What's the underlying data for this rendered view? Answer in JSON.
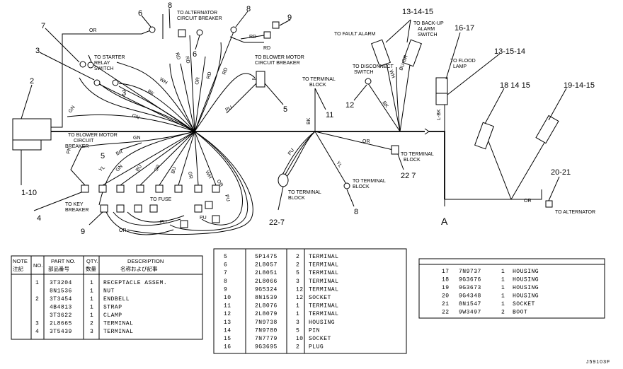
{
  "callouts": {
    "c6a": "6",
    "c8a": "8",
    "c8b": "8",
    "c9a": "9",
    "c7": "7",
    "c3a": "3",
    "c3b": "3",
    "c6b": "6",
    "c2": "2",
    "c1_10": "1-10",
    "c5a": "5",
    "c5b": "5",
    "c4": "4",
    "c9b": "9",
    "c11": "11",
    "c12": "12",
    "c13a": "13-14-15",
    "c16": "16-17",
    "c13b": "13-15-14",
    "c18": "18 14 15",
    "c19": "19-14-15",
    "c20": "20-21",
    "c22a": "22-7",
    "c22b": "22 7",
    "c8c": "8",
    "cA": "A"
  },
  "labels": {
    "to_alternator_cb": [
      "TO ALTERNATOR",
      "CIRCUIT BREAKER"
    ],
    "to_starter_relay": [
      "TO STARTER",
      "RELAY",
      "SWITCH"
    ],
    "to_blower_cb_top": [
      "TO BLOWER MOTOR",
      "CIRCUIT BREAKER"
    ],
    "to_terminal_block_top": [
      "TO TERMINAL",
      "BLOCK"
    ],
    "to_fault_alarm": "TO FAULT ALARM",
    "to_backup_alarm": [
      "TO BACK-UP",
      "ALARM",
      "SWITCH"
    ],
    "to_disconnect": [
      "TO DISCONNECT",
      "SWITCH"
    ],
    "to_flood_lamp": [
      "TO FLOOD",
      "LAMP"
    ],
    "to_blower_cb_left": [
      "TO BLOWER MOTOR",
      "CIRCUIT",
      "BREAKER"
    ],
    "to_key_breaker": [
      "TO KEY",
      "BREAKER"
    ],
    "to_fuse": "TO FUSE",
    "to_terminal_block_mid": [
      "TO TERMINAL",
      "BLOCK"
    ],
    "to_terminal_block_right": [
      "TO TERMINAL",
      "BLOCK"
    ],
    "to_terminal_block_low": [
      "TO TERMINAL",
      "BLOCK"
    ],
    "to_alternator_right": "TO ALTERNATOR",
    "figure_code": "J59103F"
  },
  "wires": {
    "or_top": "OR",
    "rd_a": "RD",
    "rd_b": "RD",
    "or_a": "OR",
    "rd_c": "RD",
    "rd_d": "RD",
    "or_b": "OR",
    "wh_a": "WH",
    "bk_a": "BK",
    "gn_a": "GN",
    "gn_b": "GN",
    "pu_a": "PU",
    "gn_c": "GN",
    "pk": "PK",
    "br": "BR",
    "yl_a": "YL",
    "gn_d": "GN",
    "bu_a": "BU",
    "sr": "SR",
    "bu_b": "BU",
    "gr": "GR",
    "wh_b": "WH",
    "or_c": "OR",
    "pu_b": "PU",
    "pu_c": "PU",
    "pu_d": "PU",
    "or_d": "OR",
    "bk_b": "BK",
    "pu_e": "PU",
    "or_e": "OR",
    "yl_b": "YL",
    "wh_c": "WH",
    "bu_gr": "BU-GR",
    "bk_c": "BK",
    "lbk": "L-BK",
    "or_f": "OR"
  },
  "table1": {
    "headers": [
      "NOTE",
      "NO.",
      "PART NO.",
      "QTY.",
      "DESCRIPTION"
    ],
    "headers_jp": [
      "注記",
      "部品番号",
      "数量",
      "名称および記事"
    ],
    "rows": [
      {
        "note": "",
        "no": "1",
        "part": "3T3204",
        "qty": "1",
        "desc": "RECEPTACLE ASSEM."
      },
      {
        "note": "",
        "no": "",
        "part": "8N1536",
        "qty": "1",
        "desc": "NUT"
      },
      {
        "note": "",
        "no": "2",
        "part": "3T3454",
        "qty": "1",
        "desc": "ENDBELL"
      },
      {
        "note": "",
        "no": "",
        "part": "4B4813",
        "qty": "1",
        "desc": "STRAP"
      },
      {
        "note": "",
        "no": "",
        "part": "3T3622",
        "qty": "1",
        "desc": "CLAMP"
      },
      {
        "note": "",
        "no": "3",
        "part": "2L8665",
        "qty": "2",
        "desc": "TERMINAL"
      },
      {
        "note": "",
        "no": "4",
        "part": "3T5439",
        "qty": "3",
        "desc": "TERMINAL"
      }
    ]
  },
  "table2": {
    "rows": [
      {
        "no": "5",
        "part": "5P1475",
        "qty": "2",
        "desc": "TERMINAL"
      },
      {
        "no": "6",
        "part": "2L8057",
        "qty": "2",
        "desc": "TERMINAL"
      },
      {
        "no": "7",
        "part": "2L8051",
        "qty": "5",
        "desc": "TERMINAL"
      },
      {
        "no": "8",
        "part": "2L8066",
        "qty": "3",
        "desc": "TERMINAL"
      },
      {
        "no": "9",
        "part": "9G5324",
        "qty": "12",
        "desc": "TERMINAL"
      },
      {
        "no": "10",
        "part": "8N1539",
        "qty": "12",
        "desc": "SOCKET"
      },
      {
        "no": "11",
        "part": "2L8076",
        "qty": "1",
        "desc": "TERMINAL"
      },
      {
        "no": "12",
        "part": "2L8079",
        "qty": "1",
        "desc": "TERMINAL"
      },
      {
        "no": "13",
        "part": "7N9738",
        "qty": "3",
        "desc": "HOUSING"
      },
      {
        "no": "14",
        "part": "7N9780",
        "qty": "5",
        "desc": "PIN"
      },
      {
        "no": "15",
        "part": "7N7779",
        "qty": "10",
        "desc": "SOCKET"
      },
      {
        "no": "16",
        "part": "9G3695",
        "qty": "2",
        "desc": "PLUG"
      }
    ]
  },
  "table3": {
    "rows": [
      {
        "no": "17",
        "part": "7N9737",
        "qty": "1",
        "desc": "HOUSING"
      },
      {
        "no": "18",
        "part": "9G3676",
        "qty": "1",
        "desc": "HOUSING"
      },
      {
        "no": "19",
        "part": "9G3673",
        "qty": "1",
        "desc": "HOUSING"
      },
      {
        "no": "20",
        "part": "9G4348",
        "qty": "1",
        "desc": "HOUSING"
      },
      {
        "no": "21",
        "part": "8N1547",
        "qty": "1",
        "desc": "SOCKET"
      },
      {
        "no": "22",
        "part": "9W3497",
        "qty": "2",
        "desc": "BOOT"
      }
    ]
  }
}
